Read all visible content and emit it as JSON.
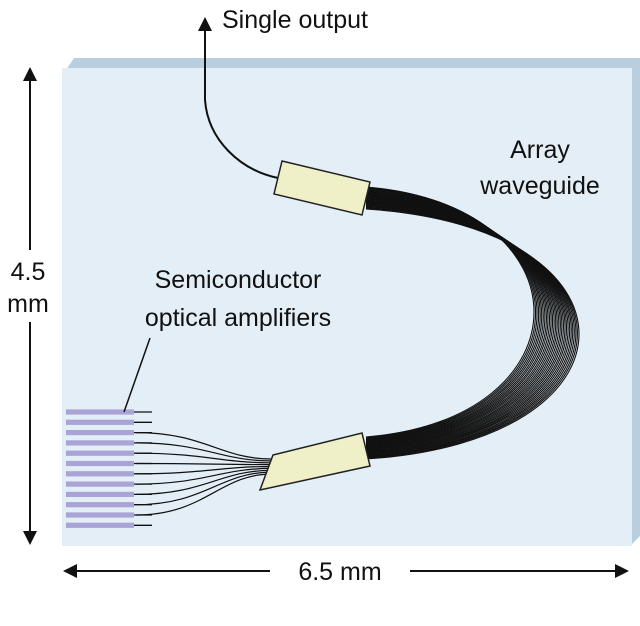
{
  "labels": {
    "single_output": "Single output",
    "array_waveguide_1": "Array",
    "array_waveguide_2": "waveguide",
    "soa_1": "Semiconductor",
    "soa_2": "optical amplifiers",
    "height_value": "4.5",
    "height_unit": "mm",
    "width": "6.5 mm"
  },
  "colors": {
    "chip_face": "#e3eef6",
    "chip_edge": "#b9cfdf",
    "coupler": "#efefc8",
    "amplifier": "#a9a3d6",
    "waveguide": "#111111"
  }
}
